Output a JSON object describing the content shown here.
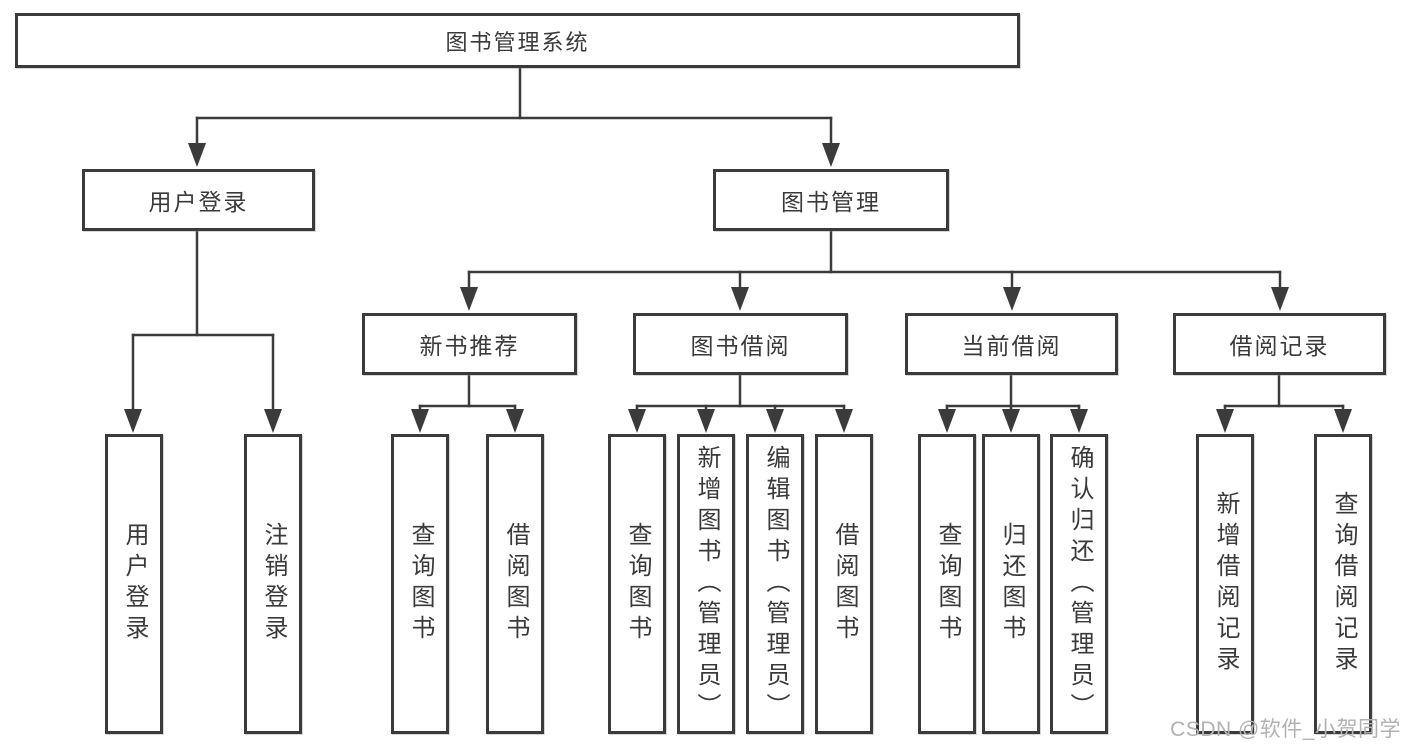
{
  "nodes": {
    "root": {
      "label": "图书管理系统"
    },
    "user_login_group": {
      "label": "用户登录"
    },
    "book_mgmt": {
      "label": "图书管理"
    },
    "new_book_rec": {
      "label": "新书推荐"
    },
    "book_borrow": {
      "label": "图书借阅"
    },
    "current_borrow": {
      "label": "当前借阅"
    },
    "borrow_record": {
      "label": "借阅记录"
    },
    "leaf_user_login": {
      "label": "用户登录"
    },
    "leaf_logout": {
      "label": "注销登录"
    },
    "leaf_nb_query": {
      "label": "查询图书"
    },
    "leaf_nb_borrow": {
      "label": "借阅图书"
    },
    "leaf_bb_query": {
      "label": "查询图书"
    },
    "leaf_bb_add": {
      "label": "新增图书（管理员）"
    },
    "leaf_bb_edit": {
      "label": "编辑图书（管理员）"
    },
    "leaf_bb_borrow": {
      "label": "借阅图书"
    },
    "leaf_cb_query": {
      "label": "查询图书"
    },
    "leaf_cb_return": {
      "label": "归还图书"
    },
    "leaf_cb_confirm": {
      "label": "确认归还（管理员）"
    },
    "leaf_br_add": {
      "label": "新增借阅记录"
    },
    "leaf_br_query": {
      "label": "查询借阅记录"
    }
  },
  "watermark": {
    "text": "CSDN @软件_小贺同学"
  },
  "colors": {
    "line": "#3b3b3b",
    "box_border": "#3b3b3b",
    "text": "#3a3a3a",
    "watermark": "#b3b1b4",
    "background": "#ffffff"
  }
}
